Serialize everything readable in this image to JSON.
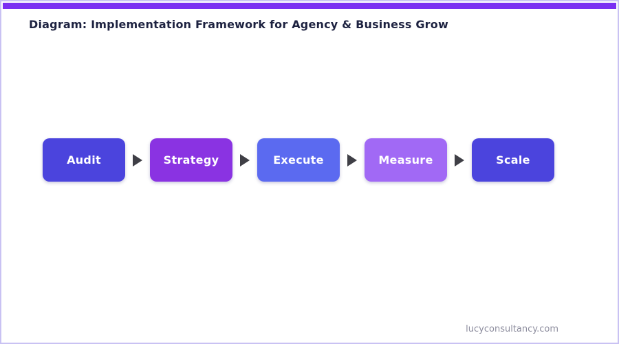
{
  "page": {
    "title": "Diagram: Implementation Framework for Agency & Business Grow",
    "footer": "lucyconsultancy.com",
    "accent_bar_color": "#7b2ff2",
    "border_color": "#c9c2f3",
    "background_color": "#ffffff",
    "title_color": "#1d2240",
    "footer_color": "#8d8d9e"
  },
  "diagram": {
    "type": "flow",
    "arrow_icon": "right-triangle",
    "arrow_color": "#3f3f46",
    "steps": [
      {
        "label": "Audit",
        "color": "#4b44dd"
      },
      {
        "label": "Strategy",
        "color": "#8a33e2"
      },
      {
        "label": "Execute",
        "color": "#5b6af0"
      },
      {
        "label": "Measure",
        "color": "#a169f5"
      },
      {
        "label": "Scale",
        "color": "#4b44dd"
      }
    ]
  }
}
